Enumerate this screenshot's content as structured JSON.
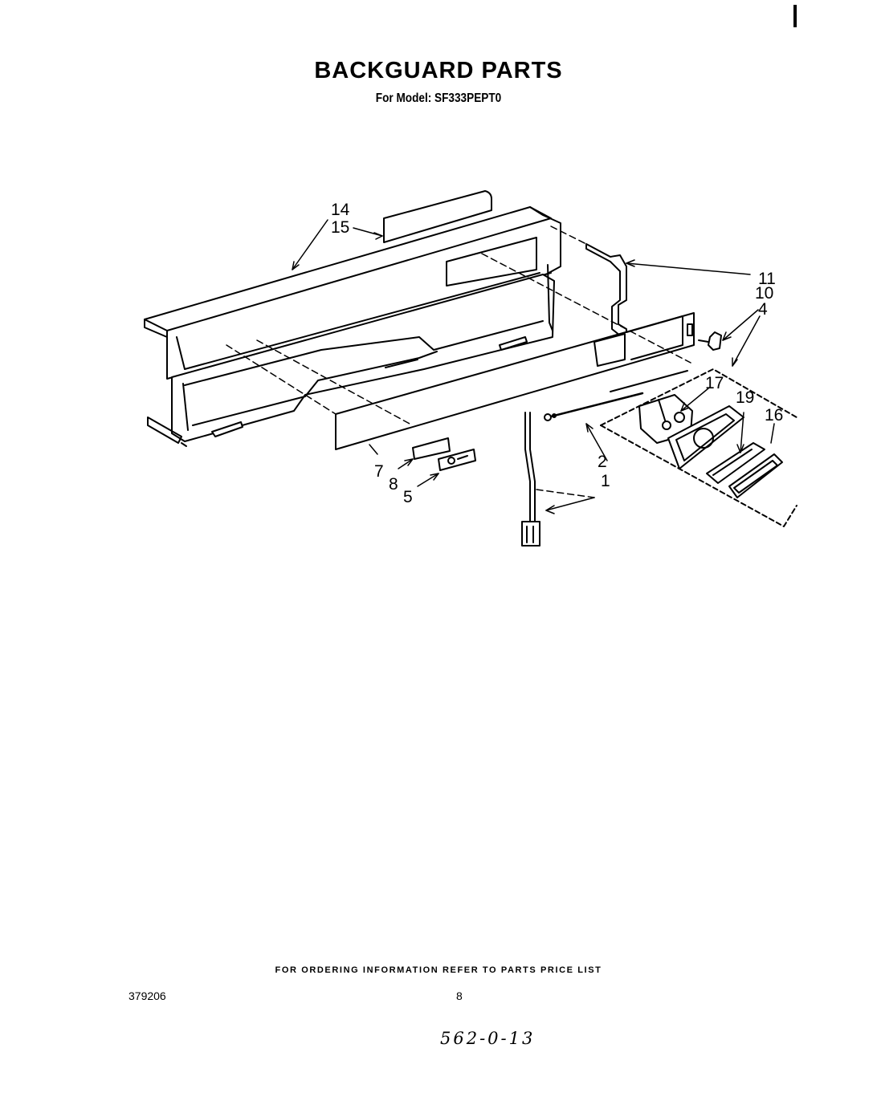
{
  "header": {
    "title": "BACKGUARD PARTS",
    "model_line": "For Model: SF333PEPT0"
  },
  "callouts": {
    "c14": "14",
    "c15": "15",
    "c11": "11",
    "c10": "10",
    "c4": "4",
    "c17": "17",
    "c19": "19",
    "c16": "16",
    "c2": "2",
    "c1": "1",
    "c7": "7",
    "c8": "8",
    "c5": "5"
  },
  "footer": {
    "ordering_note": "FOR ORDERING INFORMATION REFER TO PARTS PRICE LIST",
    "doc_number": "379206",
    "page_number": "8",
    "handwritten_note": "562-0-13"
  }
}
